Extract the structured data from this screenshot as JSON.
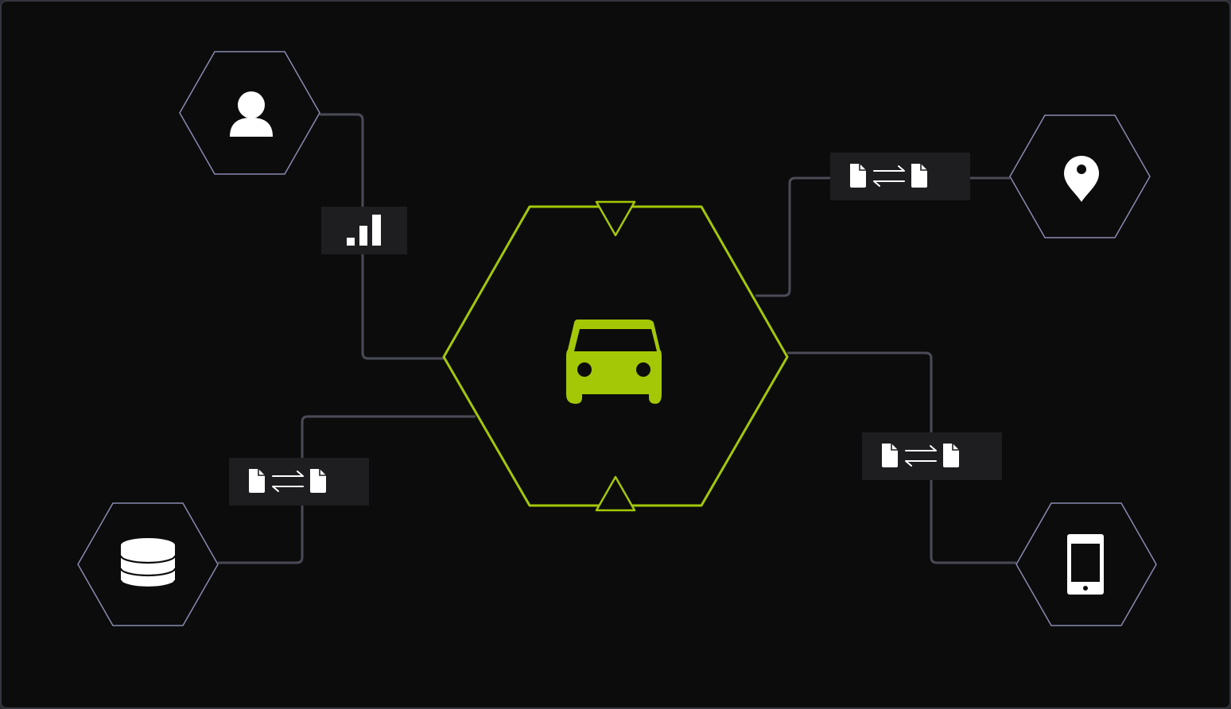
{
  "colors": {
    "background": "#0c0c0d",
    "frame_border": "#35353f",
    "accent": "#a4c806",
    "connector": "#4b4b57",
    "satellite_outline": "#8a8ab0",
    "icon": "#ffffff",
    "label_box": "#1e1e20"
  },
  "center": {
    "icon": "car-icon"
  },
  "nodes": [
    {
      "id": "user",
      "icon": "user-icon"
    },
    {
      "id": "location",
      "icon": "map-pin-icon"
    },
    {
      "id": "database",
      "icon": "database-icon"
    },
    {
      "id": "mobile",
      "icon": "tablet-icon"
    }
  ],
  "edge_labels": [
    {
      "edge": "user-car",
      "icon": "signal-bars-icon"
    },
    {
      "edge": "car-location",
      "icon": "file-exchange-icon"
    },
    {
      "edge": "car-database",
      "icon": "file-exchange-icon"
    },
    {
      "edge": "car-mobile",
      "icon": "file-exchange-icon"
    }
  ]
}
